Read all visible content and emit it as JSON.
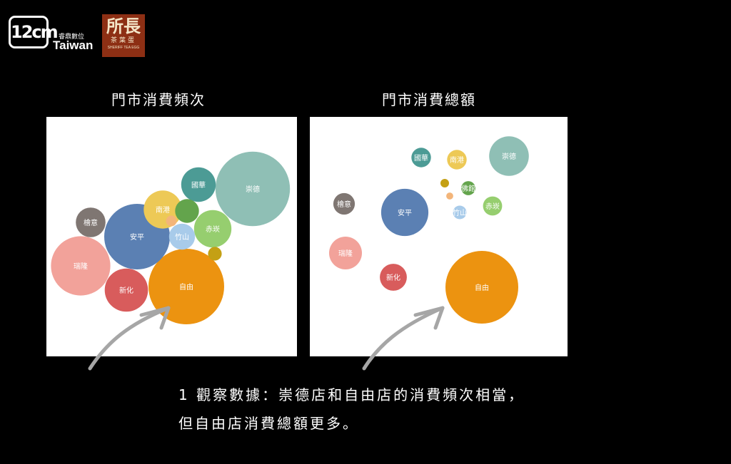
{
  "logos": {
    "brand_mark": "12cm",
    "brand_sub": "睿鼎數位",
    "brand_taiwan": "Taiwan",
    "sheriff_main": "所長",
    "sheriff_cn": "茶葉蛋",
    "sheriff_en": "SHERIFF TEA EGG"
  },
  "caption": {
    "line1": "1 觀察數據：崇德店和自由店的消費頻次相當，",
    "line2": "但自由店消費總額更多。"
  },
  "colors": {
    "arrow": "#a6a6a6"
  },
  "chart_data": [
    {
      "type": "bubble",
      "title": "門市消費頻次",
      "bubbles": [
        {
          "label": "崇德",
          "value": 10700,
          "color": "#8fbfb5"
        },
        {
          "label": "自由",
          "value": 11000,
          "color": "#ec9310"
        },
        {
          "label": "安平",
          "value": 8300,
          "color": "#5b80b3"
        },
        {
          "label": "瑞隆",
          "value": 6800,
          "color": "#f2a29a"
        },
        {
          "label": "新化",
          "value": 3600,
          "color": "#d85c5c"
        },
        {
          "label": "南港",
          "value": 2800,
          "color": "#edc956"
        },
        {
          "label": "國華",
          "value": 2300,
          "color": "#4c9b95"
        },
        {
          "label": "赤崁",
          "value": 2700,
          "color": "#96ce6f"
        },
        {
          "label": "檜意",
          "value": 1700,
          "color": "#7f7672"
        },
        {
          "label": "竹山",
          "value": 1300,
          "color": "#a8cbea"
        },
        {
          "label": "",
          "value": 1100,
          "color": "#63a44c"
        },
        {
          "label": "",
          "value": 360,
          "color": "#c4a014"
        },
        {
          "label": "",
          "value": 220,
          "color": "#f3b57a"
        }
      ]
    },
    {
      "type": "bubble",
      "title": "門市消費總額",
      "bubbles": [
        {
          "label": "崇德",
          "value": 9500,
          "color": "#8fbfb5"
        },
        {
          "label": "自由",
          "value": 32000,
          "color": "#ec9310"
        },
        {
          "label": "安平",
          "value": 13500,
          "color": "#5b80b3"
        },
        {
          "label": "瑞隆",
          "value": 6500,
          "color": "#f2a29a"
        },
        {
          "label": "新化",
          "value": 4400,
          "color": "#d85c5c"
        },
        {
          "label": "國華",
          "value": 2300,
          "color": "#4c9b95"
        },
        {
          "label": "南港",
          "value": 2300,
          "color": "#edc956"
        },
        {
          "label": "檜意",
          "value": 2800,
          "color": "#7f7672"
        },
        {
          "label": "佛館",
          "value": 1200,
          "color": "#63a44c"
        },
        {
          "label": "赤崁",
          "value": 2200,
          "color": "#96ce6f"
        },
        {
          "label": "竹山",
          "value": 1100,
          "color": "#a8cbea"
        },
        {
          "label": "",
          "value": 450,
          "color": "#c4a014"
        },
        {
          "label": "",
          "value": 300,
          "color": "#f3b57a"
        }
      ]
    }
  ]
}
